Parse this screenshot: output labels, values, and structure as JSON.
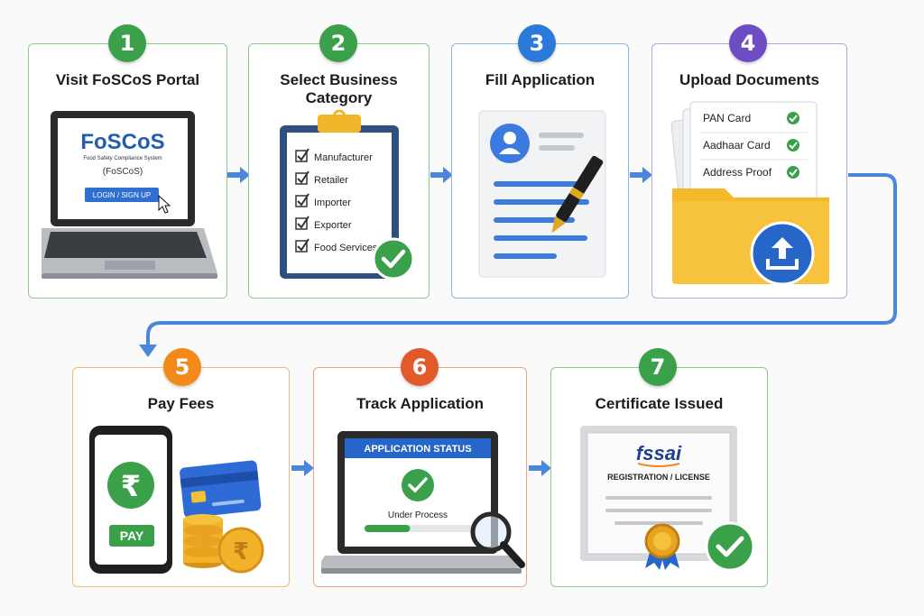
{
  "colors": {
    "green": "#3aa14a",
    "blue": "#2b79d8",
    "purple": "#6e4dc4",
    "orange": "#f28a1a",
    "red": "#e25a2a",
    "connector": "#4a86dc"
  },
  "steps": [
    {
      "number": "1",
      "title": "Visit FoSCoS Portal",
      "color": "#3aa14a"
    },
    {
      "number": "2",
      "title": "Select Business Category",
      "color": "#3aa14a"
    },
    {
      "number": "3",
      "title": "Fill Application",
      "color": "#2b79d8"
    },
    {
      "number": "4",
      "title": "Upload Documents",
      "color": "#6e4dc4"
    },
    {
      "number": "5",
      "title": "Pay Fees",
      "color": "#f28a1a"
    },
    {
      "number": "6",
      "title": "Track Application",
      "color": "#e25a2a"
    },
    {
      "number": "7",
      "title": "Certificate Issued",
      "color": "#3aa14a"
    }
  ],
  "portal": {
    "logo": "FoSCoS",
    "subtitle": "Food Safety Compliance System",
    "abbr": "(FoSCoS)",
    "button": "LOGIN / SIGN UP"
  },
  "categories": [
    "Manufacturer",
    "Retailer",
    "Importer",
    "Exporter",
    "Food Services"
  ],
  "documents": [
    "PAN Card",
    "Aadhaar Card",
    "Address Proof"
  ],
  "payment": {
    "currency_symbol": "₹",
    "pay_label": "PAY"
  },
  "tracking": {
    "header": "APPLICATION STATUS",
    "status": "Under Process",
    "progress": 0.42
  },
  "certificate": {
    "brand": "fssai",
    "label": "REGISTRATION / LICENSE"
  },
  "icons": {
    "laptop": "laptop-icon",
    "cursor": "cursor-icon",
    "clipboard": "clipboard-icon",
    "checkbox": "checkbox-icon",
    "check": "check-circle-icon",
    "form": "form-document-icon",
    "pen": "pen-icon",
    "folder": "folder-icon",
    "upload": "upload-icon",
    "phone": "phone-icon",
    "card": "credit-card-icon",
    "coins": "coins-icon",
    "magnifier": "magnifier-icon",
    "certificate": "certificate-icon",
    "medal": "medal-icon",
    "arrow": "arrow-right-icon"
  }
}
